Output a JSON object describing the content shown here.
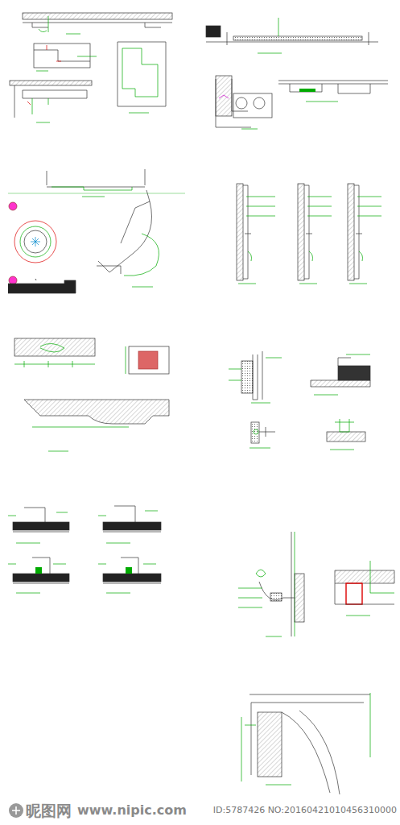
{
  "diagram": {
    "labels": [
      "昵图网",
      "www.nipic.com",
      "ID:5787426 NO:20160421010456310000"
    ]
  }
}
